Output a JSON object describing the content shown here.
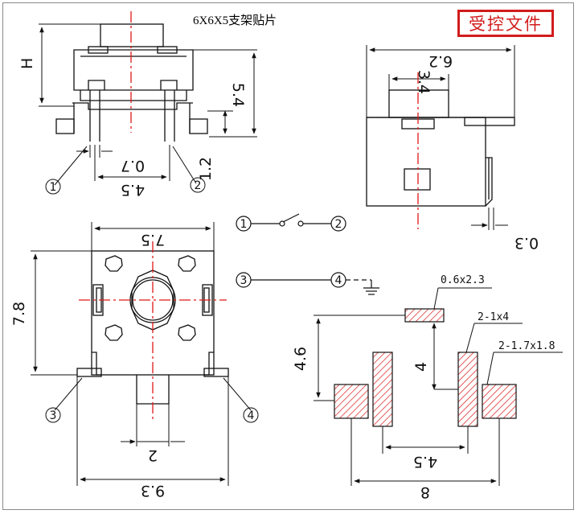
{
  "header": {
    "title": "6X6X5支架贴片",
    "stamp": "受控文件"
  },
  "front_view": {
    "H": "H",
    "height": "5.4",
    "leg": "1.2",
    "pin_gap": "0.7",
    "pin_span": "4.5",
    "pin1": "1",
    "pin2": "2"
  },
  "side_view": {
    "width": "6.2",
    "top": "3.4",
    "lead": "0.3"
  },
  "schematic": {
    "pin1": "1",
    "pin2": "2",
    "pin3": "3",
    "pin4": "4"
  },
  "bottom_view": {
    "top_width": "7.5",
    "height": "7.8",
    "tab": "2",
    "overall": "9.3",
    "pin3": "3",
    "pin4": "4"
  },
  "pcb_layout": {
    "pad_small": "0.6x2.3",
    "pad_long": "2-1x4",
    "pad_square": "2-1.7x1.8",
    "height_left": "4.6",
    "height_right": "4",
    "pad_span": "4.5",
    "overall": "8"
  },
  "colors": {
    "center_line": "#e01818",
    "stamp": "#d21c1c",
    "hatch": "#e03030"
  }
}
